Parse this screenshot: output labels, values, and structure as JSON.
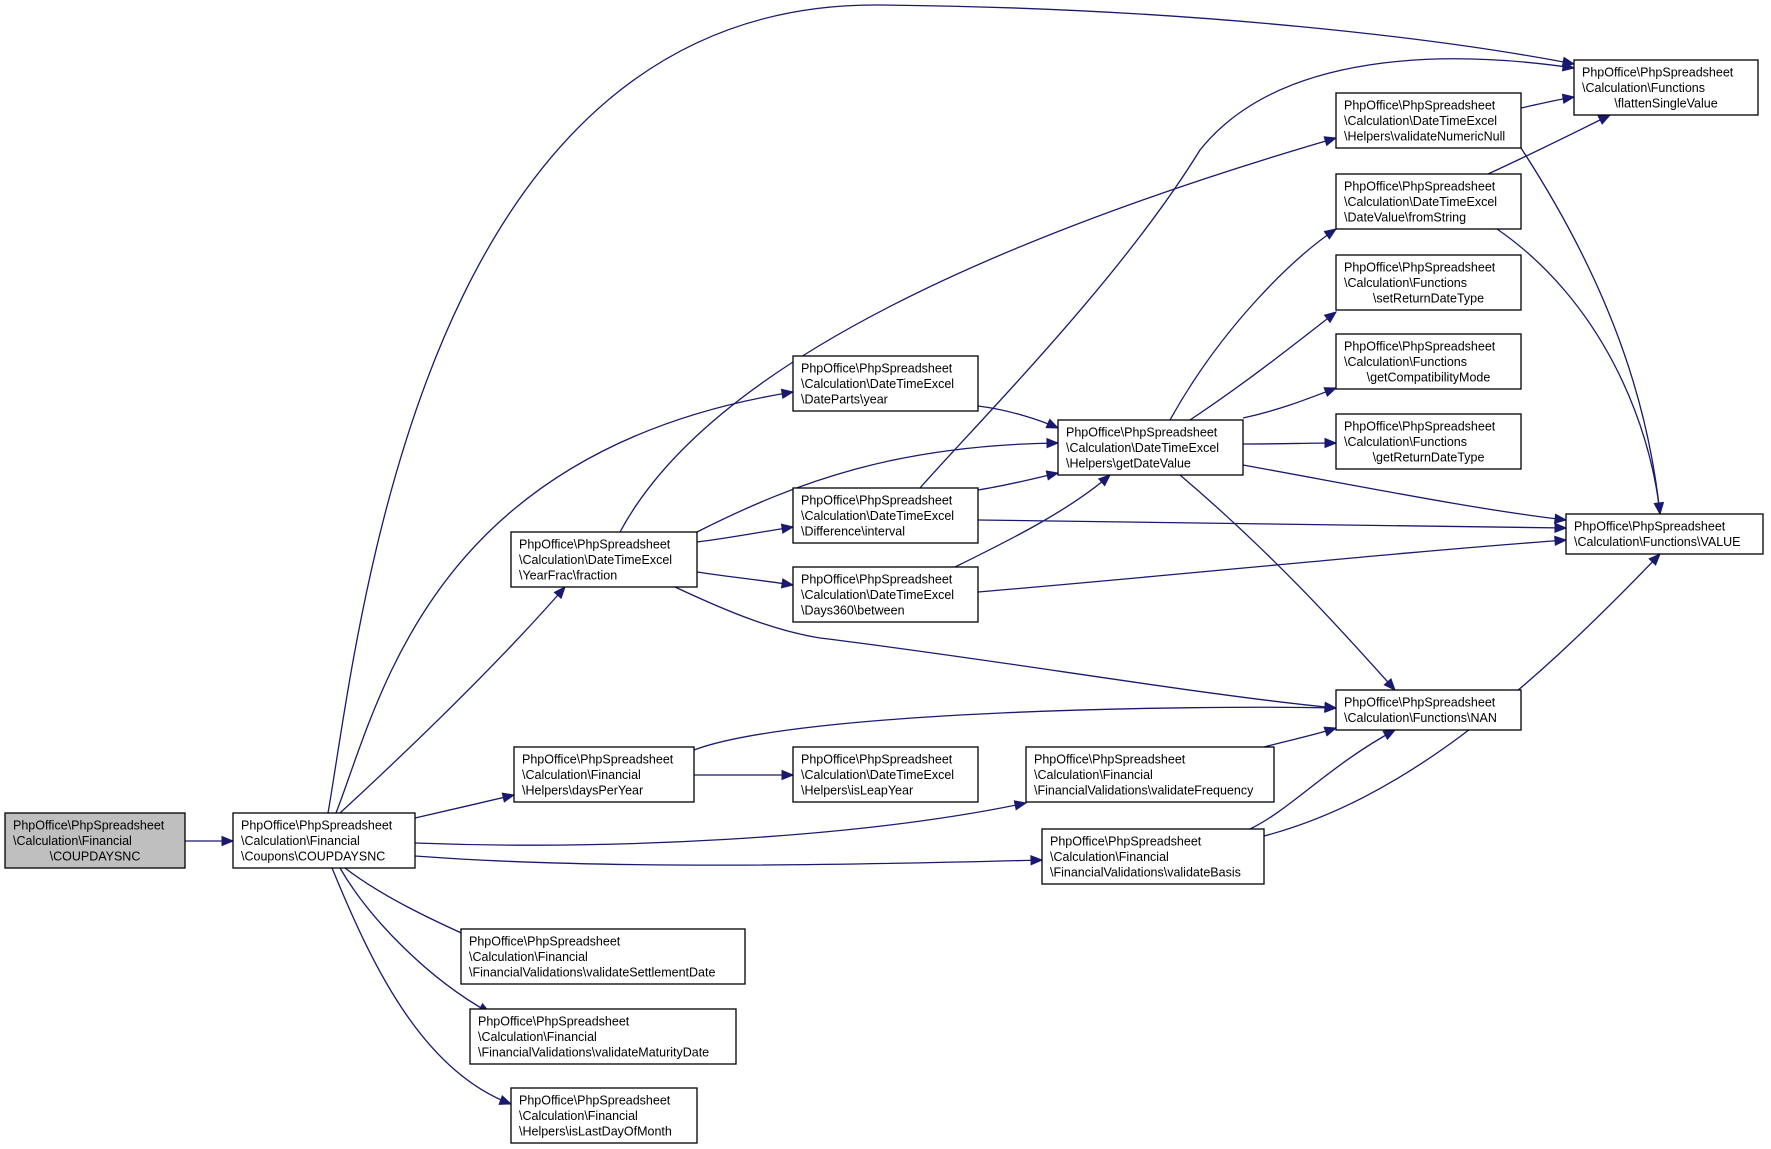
{
  "graph": {
    "colors": {
      "edge": "#191970",
      "root_fill": "#bfbfbf",
      "node_fill": "#ffffff",
      "node_border": "#000000"
    },
    "nodes": [
      {
        "id": "n0",
        "root": true,
        "lines": [
          "PhpOffice\\PhpSpreadsheet",
          "\\Calculation\\Financial",
          "\\COUPDAYSNC"
        ]
      },
      {
        "id": "n1",
        "lines": [
          "PhpOffice\\PhpSpreadsheet",
          "\\Calculation\\Financial",
          "\\Coupons\\COUPDAYSNC"
        ]
      },
      {
        "id": "n2",
        "lines": [
          "PhpOffice\\PhpSpreadsheet",
          "\\Calculation\\Functions",
          "\\flattenSingleValue"
        ]
      },
      {
        "id": "n3",
        "lines": [
          "PhpOffice\\PhpSpreadsheet",
          "\\Calculation\\DateTimeExcel",
          "\\DateParts\\year"
        ]
      },
      {
        "id": "n4",
        "lines": [
          "PhpOffice\\PhpSpreadsheet",
          "\\Calculation\\DateTimeExcel",
          "\\YearFrac\\fraction"
        ]
      },
      {
        "id": "n5",
        "lines": [
          "PhpOffice\\PhpSpreadsheet",
          "\\Calculation\\Financial",
          "\\Helpers\\daysPerYear"
        ]
      },
      {
        "id": "n6",
        "lines": [
          "PhpOffice\\PhpSpreadsheet",
          "\\Calculation\\Financial",
          "\\FinancialValidations\\validateFrequency"
        ]
      },
      {
        "id": "n7",
        "lines": [
          "PhpOffice\\PhpSpreadsheet",
          "\\Calculation\\Financial",
          "\\FinancialValidations\\validateBasis"
        ]
      },
      {
        "id": "n8",
        "lines": [
          "PhpOffice\\PhpSpreadsheet",
          "\\Calculation\\Financial",
          "\\FinancialValidations\\validateSettlementDate"
        ]
      },
      {
        "id": "n9",
        "lines": [
          "PhpOffice\\PhpSpreadsheet",
          "\\Calculation\\Financial",
          "\\FinancialValidations\\validateMaturityDate"
        ]
      },
      {
        "id": "n10",
        "lines": [
          "PhpOffice\\PhpSpreadsheet",
          "\\Calculation\\Financial",
          "\\Helpers\\isLastDayOfMonth"
        ]
      },
      {
        "id": "n11",
        "lines": [
          "PhpOffice\\PhpSpreadsheet",
          "\\Calculation\\DateTimeExcel",
          "\\Helpers\\validateNumericNull"
        ]
      },
      {
        "id": "n12",
        "lines": [
          "PhpOffice\\PhpSpreadsheet",
          "\\Calculation\\DateTimeExcel",
          "\\Helpers\\getDateValue"
        ]
      },
      {
        "id": "n13",
        "lines": [
          "PhpOffice\\PhpSpreadsheet",
          "\\Calculation\\DateTimeExcel",
          "\\Difference\\interval"
        ]
      },
      {
        "id": "n14",
        "lines": [
          "PhpOffice\\PhpSpreadsheet",
          "\\Calculation\\DateTimeExcel",
          "\\Days360\\between"
        ]
      },
      {
        "id": "n15",
        "lines": [
          "PhpOffice\\PhpSpreadsheet",
          "\\Calculation\\Functions\\NAN"
        ]
      },
      {
        "id": "n16",
        "lines": [
          "PhpOffice\\PhpSpreadsheet",
          "\\Calculation\\DateTimeExcel",
          "\\Helpers\\isLeapYear"
        ]
      },
      {
        "id": "n17",
        "lines": [
          "PhpOffice\\PhpSpreadsheet",
          "\\Calculation\\DateTimeExcel",
          "\\DateValue\\fromString"
        ]
      },
      {
        "id": "n18",
        "lines": [
          "PhpOffice\\PhpSpreadsheet",
          "\\Calculation\\Functions",
          "\\setReturnDateType"
        ]
      },
      {
        "id": "n19",
        "lines": [
          "PhpOffice\\PhpSpreadsheet",
          "\\Calculation\\Functions",
          "\\getCompatibilityMode"
        ]
      },
      {
        "id": "n20",
        "lines": [
          "PhpOffice\\PhpSpreadsheet",
          "\\Calculation\\Functions",
          "\\getReturnDateType"
        ]
      },
      {
        "id": "n21",
        "lines": [
          "PhpOffice\\PhpSpreadsheet",
          "\\Calculation\\Functions\\VALUE"
        ]
      }
    ],
    "edges": [
      [
        "n0",
        "n1"
      ],
      [
        "n1",
        "n2"
      ],
      [
        "n1",
        "n3"
      ],
      [
        "n1",
        "n4"
      ],
      [
        "n1",
        "n5"
      ],
      [
        "n1",
        "n6"
      ],
      [
        "n1",
        "n7"
      ],
      [
        "n1",
        "n8"
      ],
      [
        "n1",
        "n9"
      ],
      [
        "n1",
        "n10"
      ],
      [
        "n3",
        "n12"
      ],
      [
        "n4",
        "n11"
      ],
      [
        "n4",
        "n12"
      ],
      [
        "n4",
        "n13"
      ],
      [
        "n4",
        "n14"
      ],
      [
        "n4",
        "n15"
      ],
      [
        "n5",
        "n16"
      ],
      [
        "n5",
        "n15"
      ],
      [
        "n6",
        "n15"
      ],
      [
        "n7",
        "n15"
      ],
      [
        "n7",
        "n21"
      ],
      [
        "n11",
        "n2"
      ],
      [
        "n11",
        "n21"
      ],
      [
        "n12",
        "n17"
      ],
      [
        "n12",
        "n18"
      ],
      [
        "n12",
        "n19"
      ],
      [
        "n12",
        "n20"
      ],
      [
        "n12",
        "n21"
      ],
      [
        "n12",
        "n15"
      ],
      [
        "n13",
        "n2"
      ],
      [
        "n13",
        "n12"
      ],
      [
        "n13",
        "n21"
      ],
      [
        "n14",
        "n12"
      ],
      [
        "n14",
        "n21"
      ],
      [
        "n17",
        "n2"
      ],
      [
        "n17",
        "n21"
      ]
    ]
  }
}
